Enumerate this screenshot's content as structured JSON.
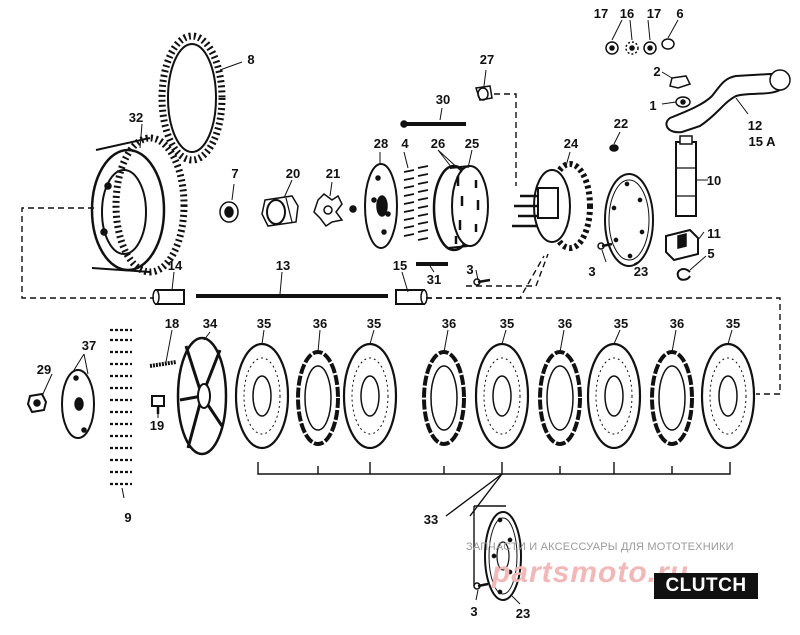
{
  "title": "CLUTCH",
  "watermark": {
    "text": "ЗАПЧАСТИ И АКСЕССУАРЫ ДЛЯ МОТОТЕХНИКИ",
    "brand": "partsmoto.ru"
  },
  "colors": {
    "line": "#111111",
    "brand": "#f2b8b8",
    "badge_bg": "#111111",
    "badge_fg": "#ffffff"
  },
  "callouts": {
    "c1": "1",
    "c2": "2",
    "c3a": "3",
    "c3b": "3",
    "c3c": "3",
    "c4": "4",
    "c5": "5",
    "c6": "6",
    "c7": "7",
    "c8": "8",
    "c9": "9",
    "c10": "10",
    "c11": "11",
    "c12": "12",
    "c15a": "15 A",
    "c13": "13",
    "c14": "14",
    "c15": "15",
    "c16": "16",
    "c17a": "17",
    "c17b": "17",
    "c18": "18",
    "c19": "19",
    "c20": "20",
    "c21": "21",
    "c22": "22",
    "c23a": "23",
    "c23b": "23",
    "c24": "24",
    "c25": "25",
    "c26": "26",
    "c27": "27",
    "c28": "28",
    "c29": "29",
    "c30": "30",
    "c31": "31",
    "c32": "32",
    "c33": "33",
    "c34": "34",
    "c35a": "35",
    "c35b": "35",
    "c35c": "35",
    "c35d": "35",
    "c35e": "35",
    "c36a": "36",
    "c36b": "36",
    "c36c": "36",
    "c36d": "36",
    "c37": "37"
  }
}
